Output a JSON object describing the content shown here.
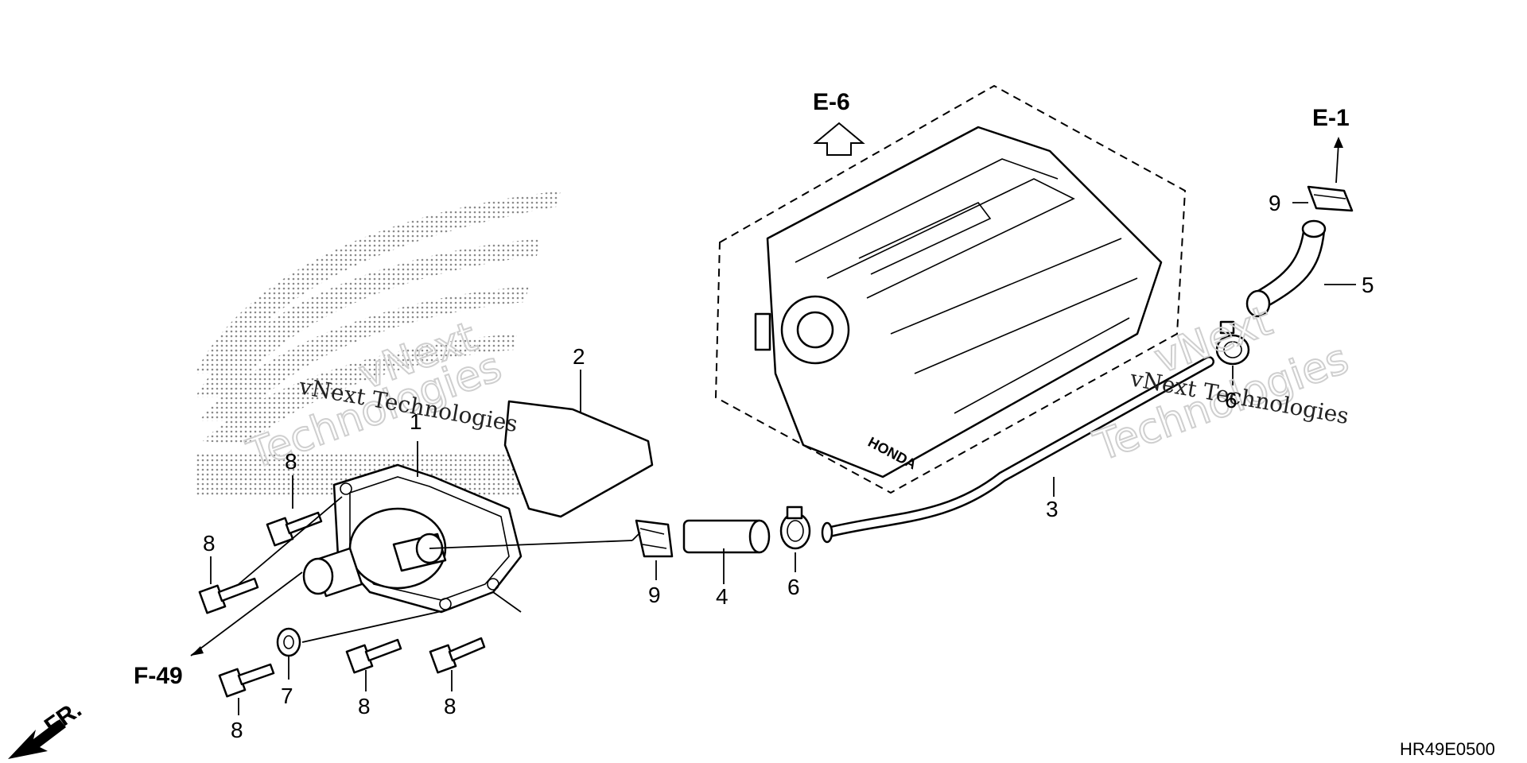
{
  "diagram_code": "HR49E0500",
  "references": {
    "e6": "E-6",
    "e1": "E-1",
    "f49": "F-49",
    "front": "FR."
  },
  "watermarks": [
    {
      "line1": "vNext Technologies",
      "line2": "Technologies",
      "line3": "vNext"
    },
    {
      "line1": "vNext Technologies",
      "line2": "Technologies",
      "line3": "vNext"
    }
  ],
  "callouts": {
    "c1": "1",
    "c2": "2",
    "c3": "3",
    "c4": "4",
    "c5": "5",
    "c6a": "6",
    "c6b": "6",
    "c7": "7",
    "c8a": "8",
    "c8b": "8",
    "c8c": "8",
    "c8d": "8",
    "c8e": "8",
    "c9a": "9",
    "c9b": "9"
  },
  "colors": {
    "line": "#000000",
    "background": "#ffffff",
    "logo_dots": "#8a8a8a"
  }
}
